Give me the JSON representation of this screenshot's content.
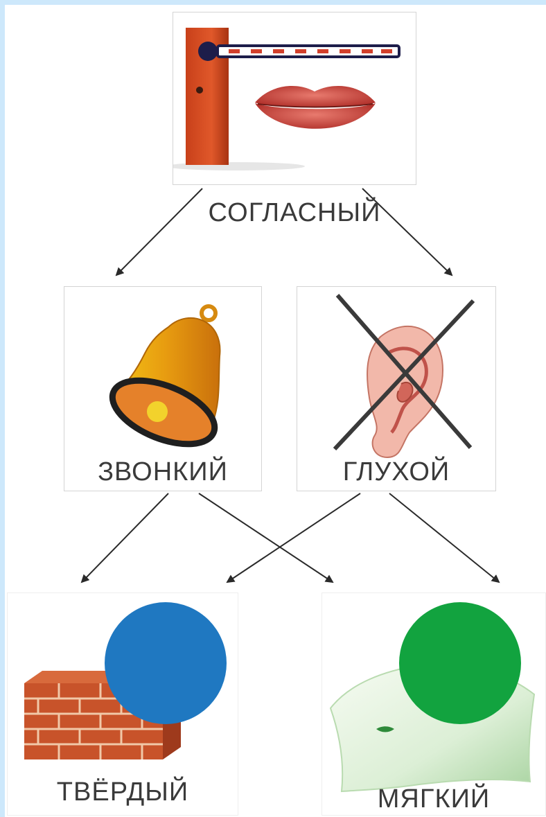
{
  "root": {
    "label": "СОГЛАСНЫЙ",
    "icons": [
      "barrier-icon",
      "lips-icon"
    ]
  },
  "voicing": [
    {
      "label": "ЗВОНКИЙ",
      "icon": "bell-icon"
    },
    {
      "label": "ГЛУХОЙ",
      "icon": "crossed-ear-icon"
    }
  ],
  "hardness": [
    {
      "label": "ТВЁРДЫЙ",
      "icon": "brick-wall-icon",
      "circle_color": "#1f78c1"
    },
    {
      "label": "МЯГКИЙ",
      "icon": "pillow-icon",
      "circle_color": "#12a33f"
    }
  ],
  "colors": {
    "frame": "#cde8fb",
    "arrow": "#2a2a2a",
    "text": "#3a3a3a"
  }
}
